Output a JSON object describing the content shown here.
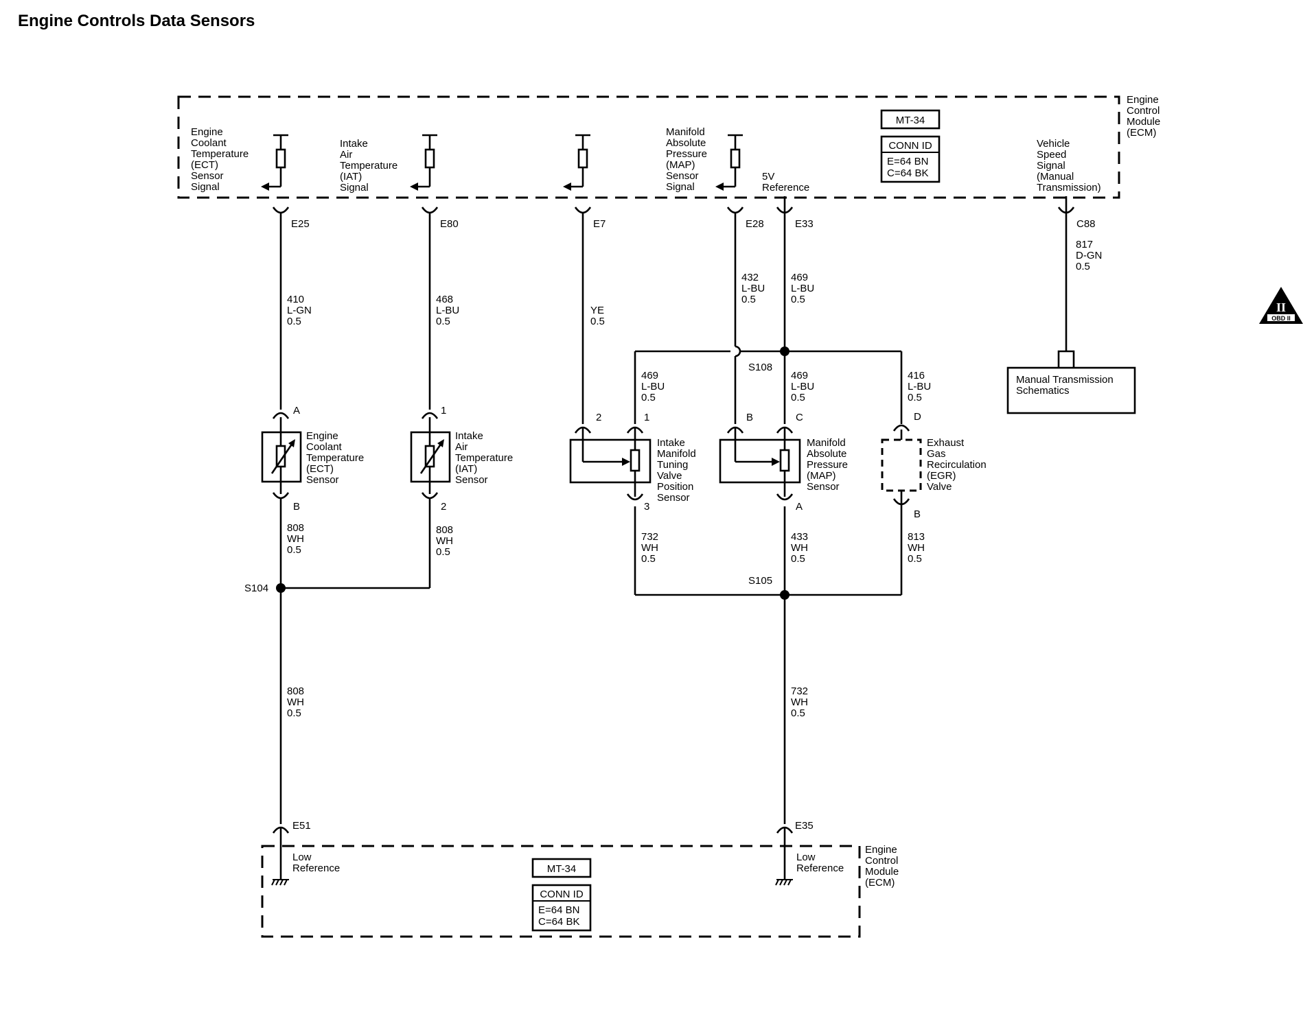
{
  "title": "Engine Controls Data Sensors",
  "ecm_top": {
    "name": [
      "Engine",
      "Control",
      "Module",
      "(ECM)"
    ],
    "mt_label": "MT-34",
    "conn_id": {
      "label": "CONN ID",
      "lines": [
        "E=64 BN",
        "C=64 BK"
      ]
    },
    "signals": {
      "ect": [
        "Engine",
        "Coolant",
        "Temperature",
        "(ECT)",
        "Sensor",
        "Signal"
      ],
      "iat": [
        "Intake",
        "Air",
        "Temperature",
        "(IAT)",
        "Signal"
      ],
      "map": [
        "Manifold",
        "Absolute",
        "Pressure",
        "(MAP)",
        "Sensor",
        "Signal"
      ],
      "ref5v": [
        "5V",
        "Reference"
      ],
      "vss": [
        "Vehicle",
        "Speed",
        "Signal",
        "(Manual",
        "Transmission)"
      ]
    },
    "pins": {
      "ect": "E25",
      "iat": "E80",
      "e7": "E7",
      "map": "E28",
      "ref5v": "E33",
      "vss": "C88"
    }
  },
  "wires": {
    "ect_signal": [
      "410",
      "L-GN",
      "0.5"
    ],
    "iat_signal": [
      "468",
      "L-BU",
      "0.5"
    ],
    "e7_signal": [
      "YE",
      "0.5"
    ],
    "map_signal": [
      "432",
      "L-BU",
      "0.5"
    ],
    "ref5v_main": [
      "469",
      "L-BU",
      "0.5"
    ],
    "vss_signal": [
      "817",
      "D-GN",
      "0.5"
    ],
    "tuning_ref": [
      "469",
      "L-BU",
      "0.5"
    ],
    "map_ref": [
      "469",
      "L-BU",
      "0.5"
    ],
    "egr_ref": [
      "416",
      "L-BU",
      "0.5"
    ],
    "ect_low": [
      "808",
      "WH",
      "0.5"
    ],
    "iat_low": [
      "808",
      "WH",
      "0.5"
    ],
    "tuning_low": [
      "732",
      "WH",
      "0.5"
    ],
    "map_low": [
      "433",
      "WH",
      "0.5"
    ],
    "egr_low": [
      "813",
      "WH",
      "0.5"
    ],
    "low_ref_left": [
      "808",
      "WH",
      "0.5"
    ],
    "low_ref_right": [
      "732",
      "WH",
      "0.5"
    ]
  },
  "splices": {
    "s108": "S108",
    "s104": "S104",
    "s105": "S105"
  },
  "components": {
    "ect_sensor": {
      "name": [
        "Engine",
        "Coolant",
        "Temperature",
        "(ECT)",
        "Sensor"
      ],
      "pins": [
        "A",
        "B"
      ]
    },
    "iat_sensor": {
      "name": [
        "Intake",
        "Air",
        "Temperature",
        "(IAT)",
        "Sensor"
      ],
      "pins": [
        "1",
        "2"
      ]
    },
    "tuning_sensor": {
      "name": [
        "Intake",
        "Manifold",
        "Tuning",
        "Valve",
        "Position",
        "Sensor"
      ],
      "pins": [
        "2",
        "1",
        "3"
      ]
    },
    "map_sensor": {
      "name": [
        "Manifold",
        "Absolute",
        "Pressure",
        "(MAP)",
        "Sensor"
      ],
      "pins": [
        "B",
        "C",
        "A"
      ]
    },
    "egr_valve": {
      "name": [
        "Exhaust",
        "Gas",
        "Recirculation",
        "(EGR)",
        "Valve"
      ],
      "pins": [
        "D",
        "B"
      ]
    }
  },
  "manual_transmission": [
    "Manual Transmission",
    "Schematics"
  ],
  "obd_badge": {
    "symbol": "II",
    "text": "OBD II"
  },
  "ecm_bottom": {
    "name": [
      "Engine",
      "Control",
      "Module",
      "(ECM)"
    ],
    "mt_label": "MT-34",
    "conn_id": {
      "label": "CONN ID",
      "lines": [
        "E=64 BN",
        "C=64 BK"
      ]
    },
    "pins": {
      "left": "E51",
      "right": "E35"
    },
    "low_ref_left": [
      "Low",
      "Reference"
    ],
    "low_ref_right": [
      "Low",
      "Reference"
    ]
  }
}
